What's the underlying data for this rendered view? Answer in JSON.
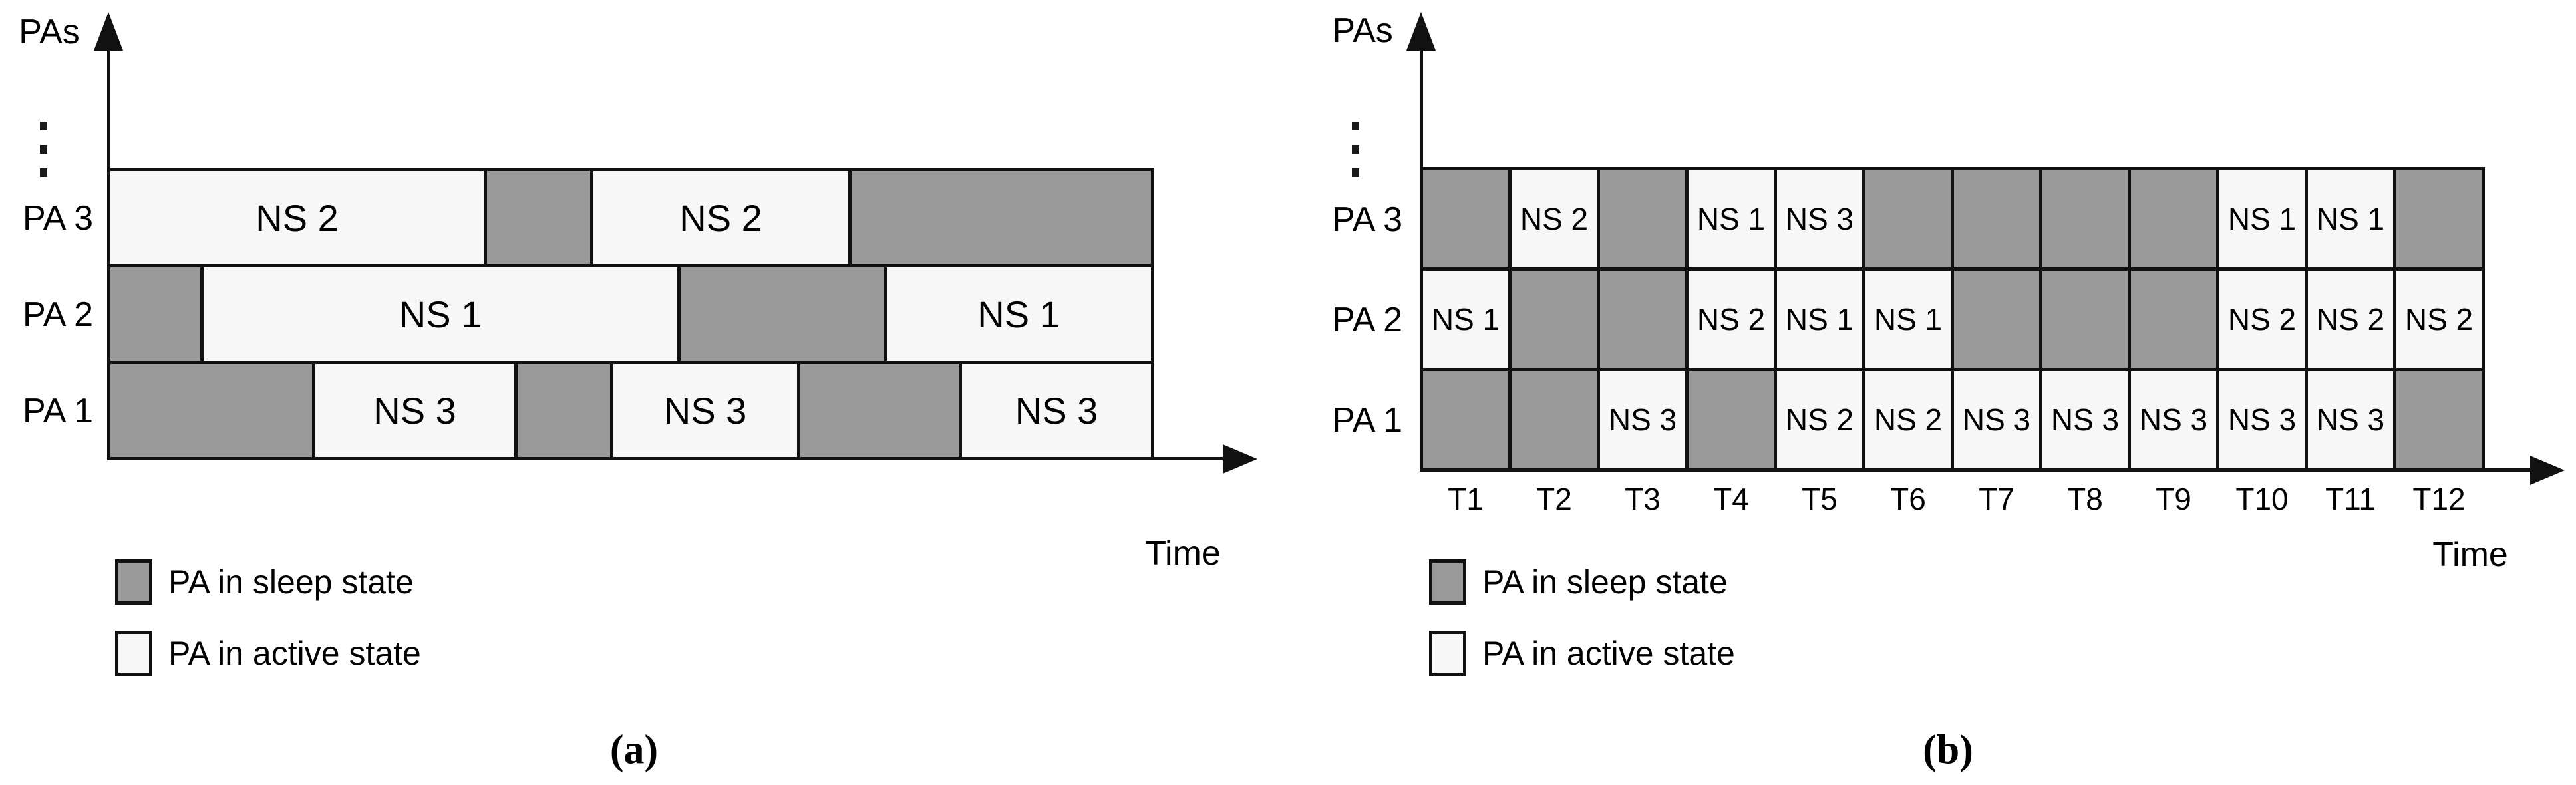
{
  "colors": {
    "sleep_fill": "#9a9a9a",
    "active_fill": "#f7f7f7",
    "line": "#111111",
    "background": "#ffffff"
  },
  "legend": {
    "sleep_label": "PA in sleep state",
    "active_label": "PA in active state"
  },
  "panel_a": {
    "caption": "(a)",
    "y_axis_label": "PAs",
    "x_axis_label": "Time",
    "rows": [
      {
        "label": "PA 3",
        "segments": [
          {
            "state": "active",
            "ns": "NS 2",
            "start": 0,
            "end": 0.361
          },
          {
            "state": "sleep",
            "ns": "",
            "start": 0.361,
            "end": 0.463
          },
          {
            "state": "active",
            "ns": "NS 2",
            "start": 0.463,
            "end": 0.71
          },
          {
            "state": "sleep",
            "ns": "",
            "start": 0.71,
            "end": 1
          }
        ]
      },
      {
        "label": "PA 2",
        "segments": [
          {
            "state": "sleep",
            "ns": "",
            "start": 0,
            "end": 0.089
          },
          {
            "state": "active",
            "ns": "NS 1",
            "start": 0.089,
            "end": 0.546
          },
          {
            "state": "sleep",
            "ns": "",
            "start": 0.546,
            "end": 0.744
          },
          {
            "state": "active",
            "ns": "NS 1",
            "start": 0.744,
            "end": 1
          }
        ]
      },
      {
        "label": "PA 1",
        "segments": [
          {
            "state": "sleep",
            "ns": "",
            "start": 0,
            "end": 0.196
          },
          {
            "state": "active",
            "ns": "NS 3",
            "start": 0.196,
            "end": 0.39
          },
          {
            "state": "sleep",
            "ns": "",
            "start": 0.39,
            "end": 0.482
          },
          {
            "state": "active",
            "ns": "NS 3",
            "start": 0.482,
            "end": 0.661
          },
          {
            "state": "sleep",
            "ns": "",
            "start": 0.661,
            "end": 0.816
          },
          {
            "state": "active",
            "ns": "NS 3",
            "start": 0.816,
            "end": 1
          }
        ]
      }
    ]
  },
  "panel_b": {
    "caption": "(b)",
    "y_axis_label": "PAs",
    "x_axis_label": "Time",
    "time_labels": [
      "T1",
      "T2",
      "T3",
      "T4",
      "T5",
      "T6",
      "T7",
      "T8",
      "T9",
      "T10",
      "T11",
      "T12"
    ],
    "rows": [
      {
        "label": "PA 3",
        "slots": [
          null,
          "NS 2",
          null,
          "NS 1",
          "NS 3",
          null,
          null,
          null,
          null,
          "NS 1",
          "NS 1",
          null
        ]
      },
      {
        "label": "PA 2",
        "slots": [
          "NS 1",
          null,
          null,
          "NS 2",
          "NS 1",
          "NS 1",
          null,
          null,
          null,
          "NS 2",
          "NS 2",
          "NS 2"
        ]
      },
      {
        "label": "PA 1",
        "slots": [
          null,
          null,
          "NS 3",
          null,
          "NS 2",
          "NS 2",
          "NS 3",
          "NS 3",
          "NS 3",
          "NS 3",
          "NS 3",
          null
        ]
      }
    ]
  }
}
